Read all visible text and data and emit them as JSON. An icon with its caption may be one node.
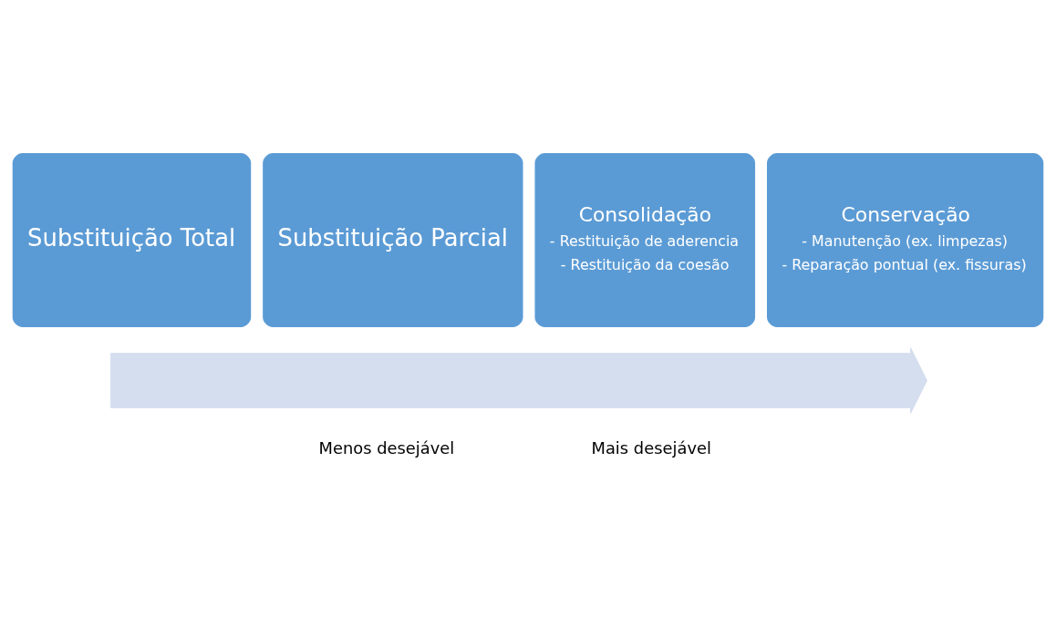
{
  "diagram": {
    "nodes": [
      {
        "text": [
          "Substituição Total"
        ]
      },
      {
        "text": [
          "Substituição Parcial"
        ]
      },
      {
        "text": [
          "Consolidação",
          "- Restituição de aderencia",
          "- Restituição da coesão"
        ]
      },
      {
        "text": [
          "Conservação",
          "- Manutenção (ex. limpezas)",
          "- Reparação pontual (ex. fissuras)"
        ]
      },
      {
        "text": [],
        "shape": "arrow"
      }
    ],
    "edges": [],
    "labels": [
      "Menos desejável",
      "Mais desejável"
    ]
  }
}
